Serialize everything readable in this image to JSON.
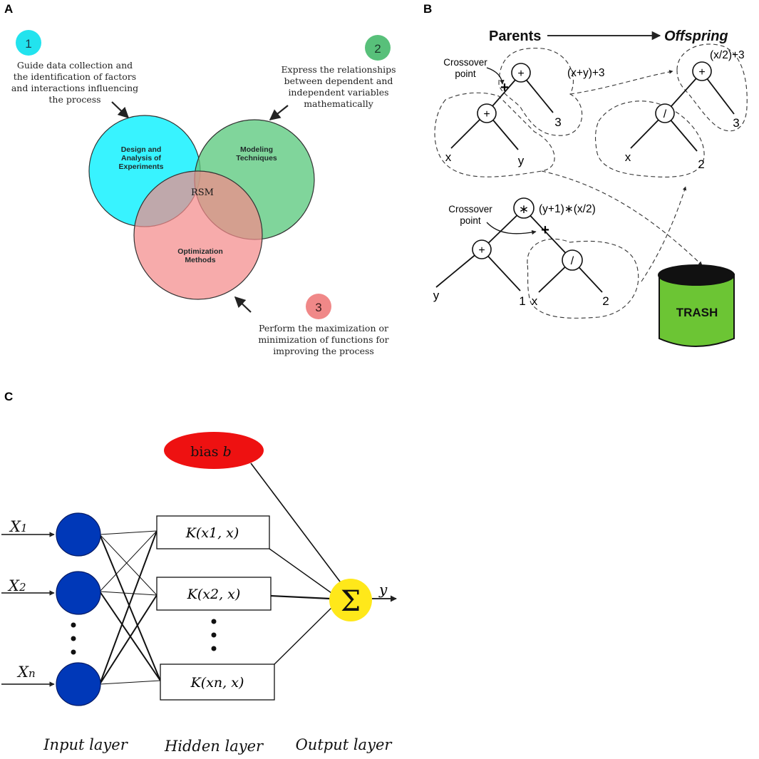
{
  "panel_a": {
    "label": "A",
    "notes": [
      {
        "num": "1",
        "lines": [
          "Guide data collection and",
          "the identification of factors",
          "and interactions influencing",
          "the process"
        ]
      },
      {
        "num": "2",
        "lines": [
          "Express the relationships",
          "between dependent and",
          "independent variables",
          "mathematically"
        ]
      },
      {
        "num": "3",
        "lines": [
          "Perform the maximization or",
          "minimization of functions for",
          "improving the process"
        ]
      }
    ],
    "circles": [
      {
        "lines": [
          "Design and",
          "Analysis of",
          "Experiments"
        ],
        "color": "#00f0ff"
      },
      {
        "lines": [
          "Modeling",
          "Techniques"
        ],
        "color": "#5cc97f"
      },
      {
        "lines": [
          "Optimization",
          "Methods"
        ],
        "color": "#f48a8a"
      }
    ],
    "center": "RSM",
    "badge_colors": [
      "#22e3ee",
      "#58c07a",
      "#f08888"
    ]
  },
  "panel_b": {
    "label": "B",
    "parents": "Parents",
    "offspring": "Offspring",
    "crossover_point": [
      "Crossover",
      "point"
    ],
    "tree1": {
      "root": "+",
      "sub": "+",
      "x": "x",
      "y": "y",
      "three": "3",
      "expr": "(x+y)+3"
    },
    "tree2": {
      "root": "∗",
      "expr": "(y+1)∗(x/2)",
      "left_op": "+",
      "y": "y",
      "one": "1",
      "right_op": "/",
      "x": "x",
      "two": "2"
    },
    "offspring_tree": {
      "root": "+",
      "div": "/",
      "x": "x",
      "two": "2",
      "three": "3",
      "expr": "(x/2)+3"
    },
    "trash": "TRASH",
    "trash_color": "#6cc534"
  },
  "panel_c": {
    "label": "C",
    "bias": "bias",
    "bias_var": "b",
    "inputs": [
      {
        "main": "X",
        "sub": "1"
      },
      {
        "main": "X",
        "sub": "2"
      },
      {
        "main": "X",
        "sub": "n"
      }
    ],
    "kernels": [
      "K(x1, x)",
      "K(x2, x)",
      "K(xn, x)"
    ],
    "sum": "Σ",
    "output": "y",
    "layers": [
      "Input layer",
      "Hidden layer",
      "Output layer"
    ],
    "node_color": "#0038b8",
    "bias_color": "#ee1111",
    "sum_color": "#ffe81a"
  }
}
